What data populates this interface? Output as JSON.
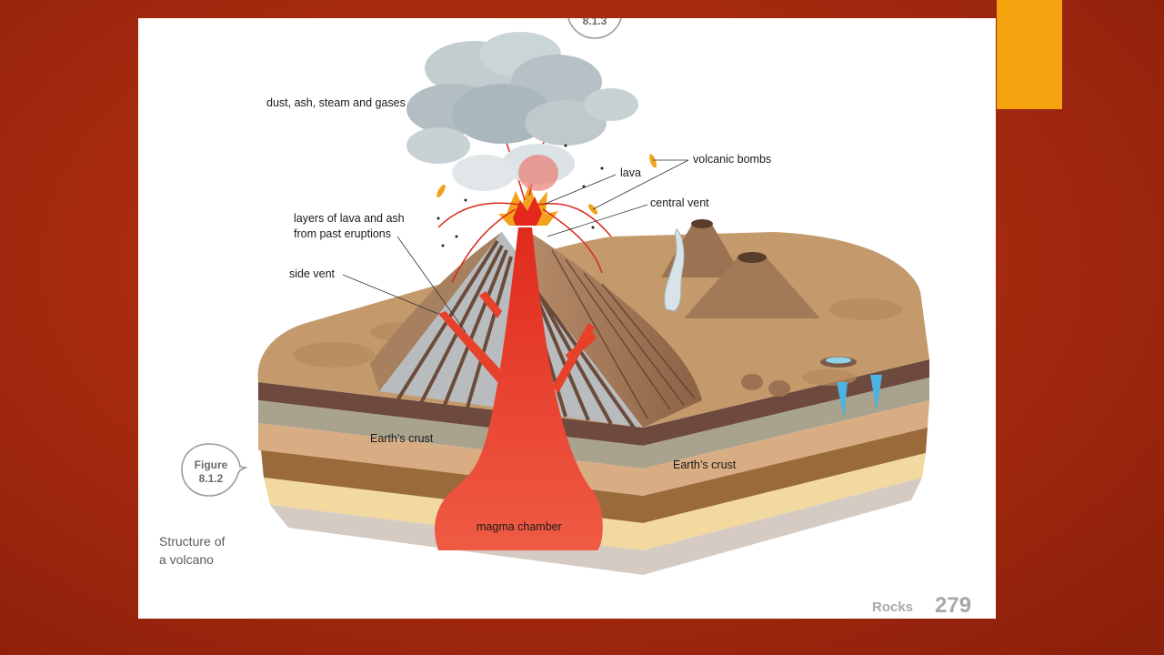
{
  "labels": {
    "dust": "dust, ash, steam and gases",
    "bombs": "volcanic bombs",
    "lava": "lava",
    "central_vent": "central vent",
    "layers_1": "layers of lava and ash",
    "layers_2": "from past eruptions",
    "side_vent": "side vent",
    "crust_left": "Earth’s crust",
    "crust_right": "Earth’s crust",
    "magma": "magma chamber"
  },
  "figure": {
    "badge_line1": "Figure",
    "badge_line2": "8.1.2",
    "caption_line1": "Structure of",
    "caption_line2": "a volcano",
    "prev_badge": "8.1.3"
  },
  "footer": {
    "section": "Rocks",
    "page_number": "279"
  },
  "colors": {
    "background": "#a82b0f",
    "accent": "#f4a20d",
    "magma": "#e8412a",
    "ground": "#c49a6c"
  }
}
